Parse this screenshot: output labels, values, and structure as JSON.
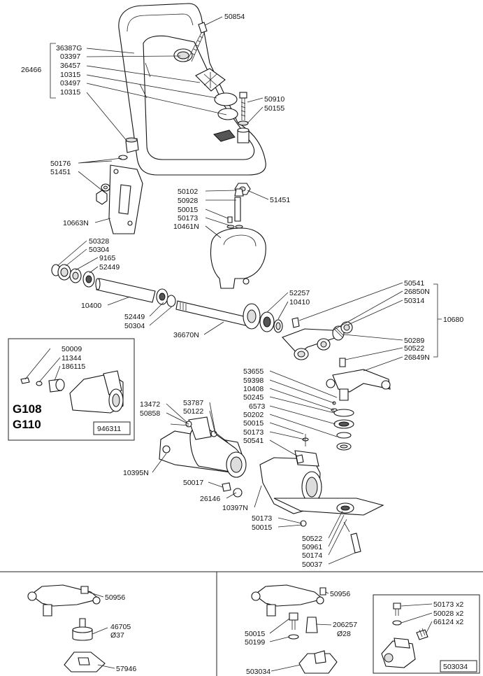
{
  "callouts": {
    "c50854": "50854",
    "c36387g": "36387G",
    "c03397": "03397",
    "c36457": "36457",
    "c10315a": "10315",
    "c03497": "03497",
    "c10315b": "10315",
    "c26466": "26466",
    "c50910": "50910",
    "c50155": "50155",
    "c50176": "50176",
    "c51451a": "51451",
    "c10663n": "10663N",
    "c51451b": "51451",
    "c50102": "50102",
    "c50928": "50928",
    "c50015a": "50015",
    "c50173a": "50173",
    "c10461n": "10461N",
    "c50328": "50328",
    "c50304a": "50304",
    "c9165": "9165",
    "c52449a": "52449",
    "c10400": "10400",
    "c52449b": "52449",
    "c50304b": "50304",
    "c36670n": "36670N",
    "c52257": "52257",
    "c10410": "10410",
    "c50541a": "50541",
    "c26850n": "26850N",
    "c50314": "50314",
    "c10680": "10680",
    "c50289": "50289",
    "c50522a": "50522",
    "c26849n": "26849N",
    "c50009": "50009",
    "c11344": "11344",
    "c186115": "186115",
    "c53655": "53655",
    "c59398": "59398",
    "c10408": "10408",
    "c50245": "50245",
    "c6573": "6573",
    "c50202": "50202",
    "c50015b": "50015",
    "c50173b": "50173",
    "c50541b": "50541",
    "c13472": "13472",
    "c50858": "50858",
    "c53787": "53787",
    "c50122": "50122",
    "c10395n": "10395N",
    "c50017": "50017",
    "c26146": "26146",
    "c10397n": "10397N",
    "c50173c": "50173",
    "c50015c": "50015",
    "c50522b": "50522",
    "c50961": "50961",
    "c50174": "50174",
    "c50037": "50037",
    "c50956a": "50956",
    "c46705": "46705",
    "cd37": "Ø37",
    "c57946": "57946",
    "c50956b": "50956",
    "c50015d": "50015",
    "c50199": "50199",
    "c206257": "206257",
    "cd28": "Ø28",
    "c503034a": "503034",
    "c50173x2": "50173 x2",
    "c50028x2": "50028 x2",
    "c66124x2": "66124 x2"
  },
  "inset_left": {
    "model_a": "G108",
    "model_b": "G110",
    "ref": "946311"
  },
  "inset_right": {
    "ref": "503034"
  }
}
